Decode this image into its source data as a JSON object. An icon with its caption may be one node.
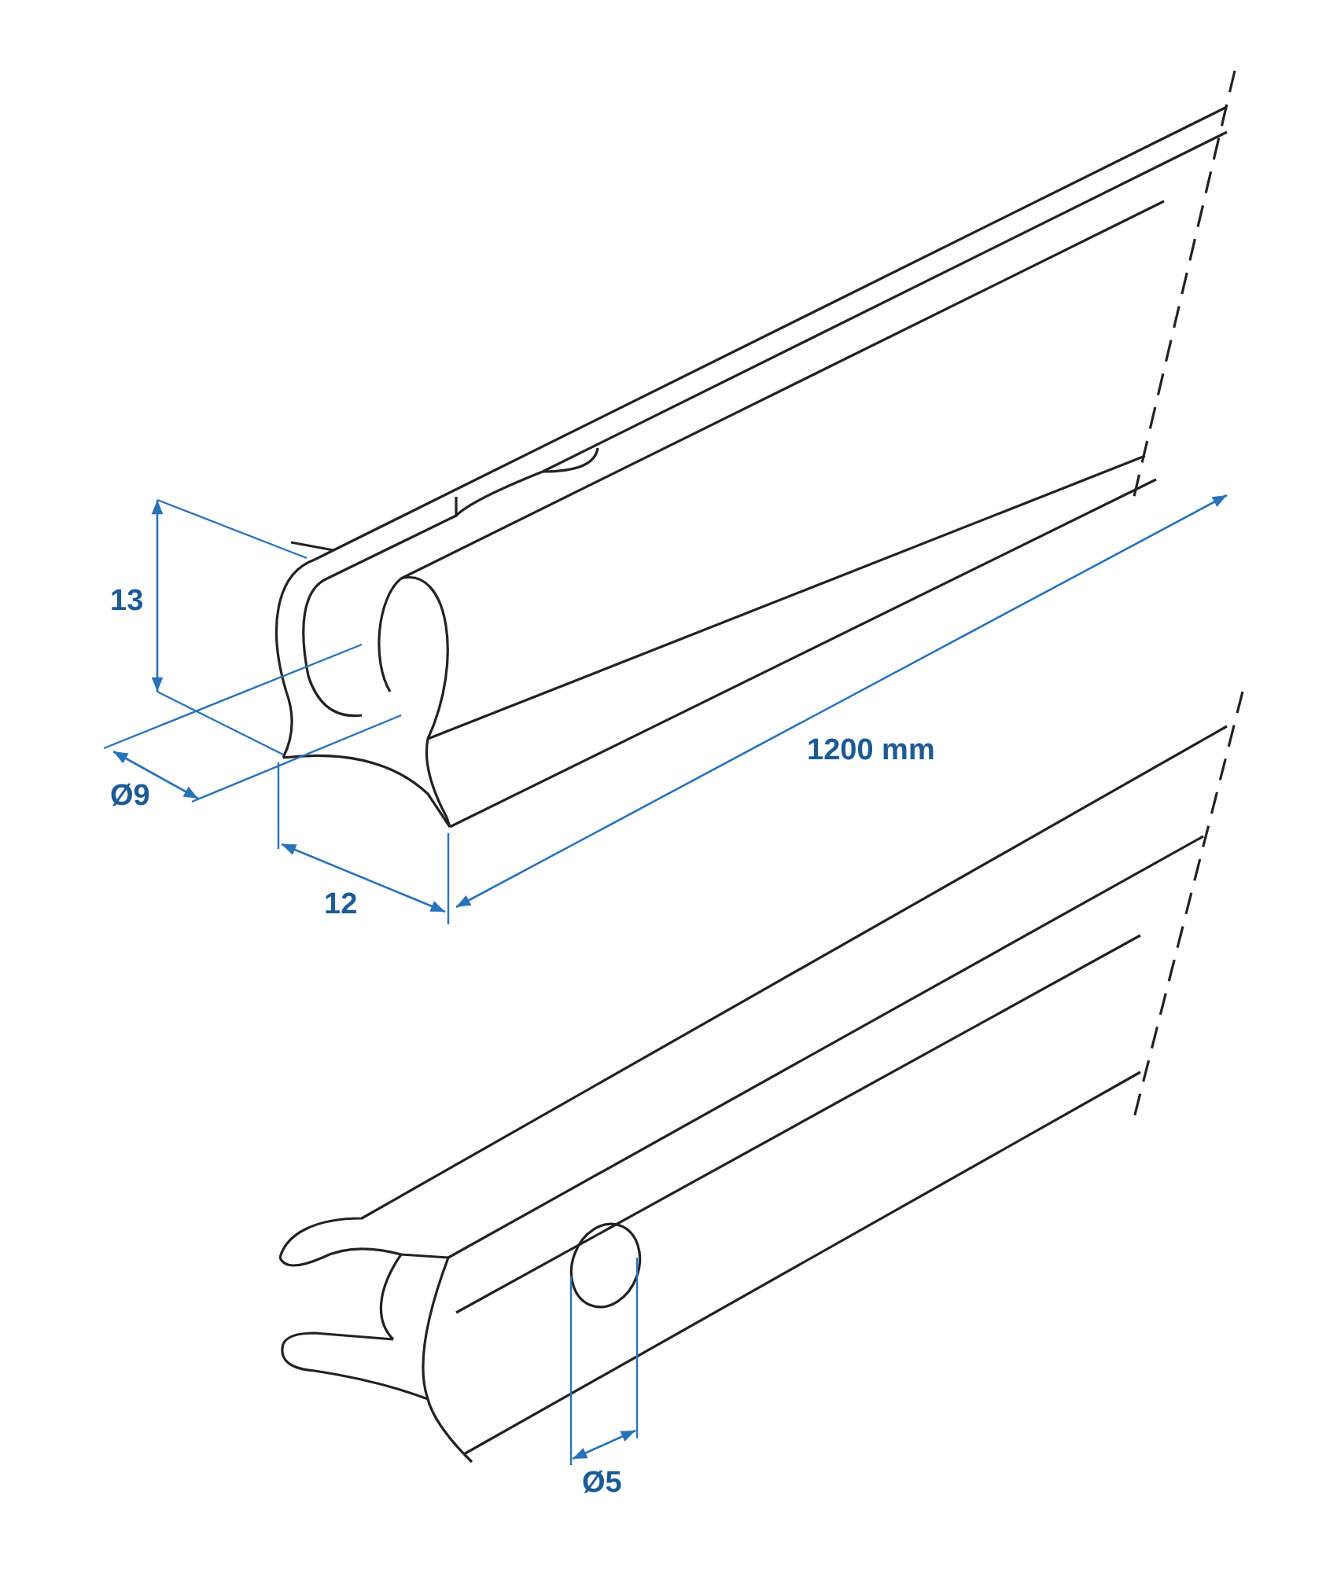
{
  "diagram": {
    "labels": [
      "13",
      "1200 mm",
      "Ø9",
      "12",
      "Ø5"
    ]
  }
}
